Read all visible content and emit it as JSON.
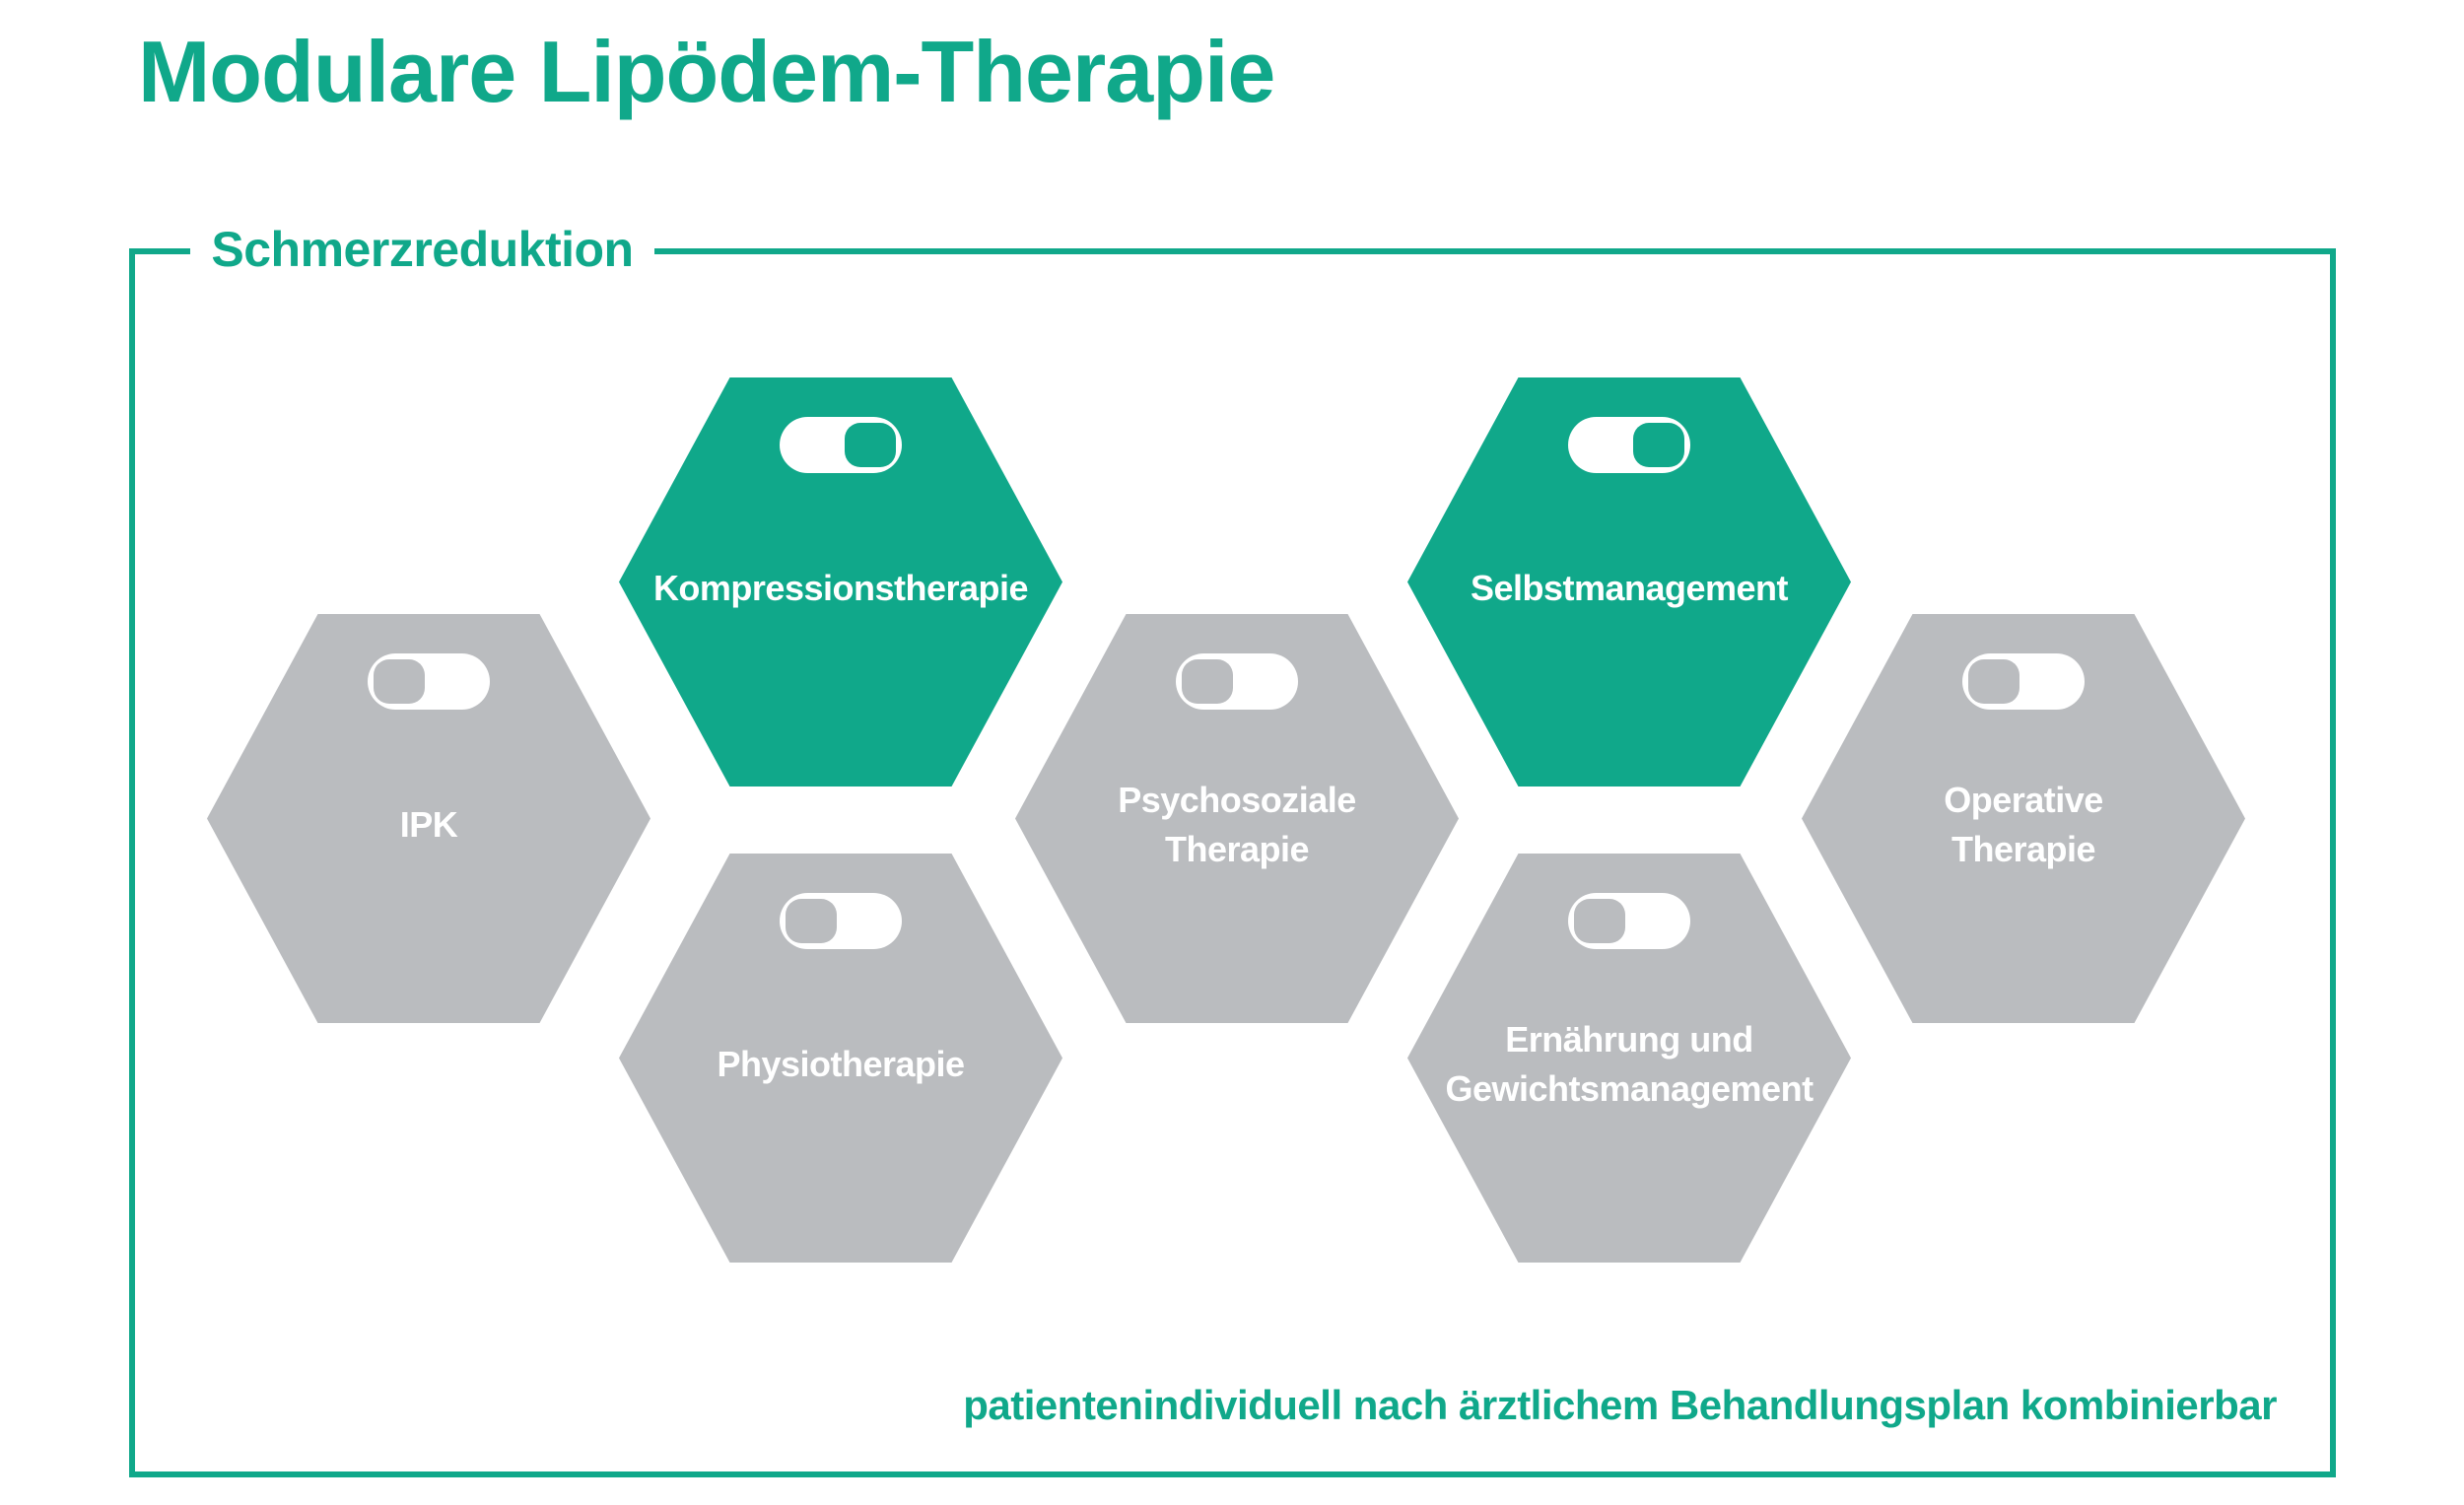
{
  "title": "Modulare Lipödem-Therapie",
  "group_label": "Schmerzreduktion",
  "footer_note": "patientenindividuell nach ärztlichem Behandlungsplan kombinierbar",
  "colors": {
    "green": "#10A88A",
    "gray": "#BABCBF",
    "background": "#FFFFFF",
    "label_text": "#FFFFFF"
  },
  "modules": [
    {
      "id": "ipk",
      "label": "IPK",
      "lines": [
        "IPK"
      ],
      "active": false,
      "toggle_state": "off"
    },
    {
      "id": "kompressionstherapie",
      "label": "Kompressionstherapie",
      "lines": [
        "Kompressionstherapie"
      ],
      "active": true,
      "toggle_state": "on"
    },
    {
      "id": "physiotherapie",
      "label": "Physiotherapie",
      "lines": [
        "Physiotherapie"
      ],
      "active": false,
      "toggle_state": "off"
    },
    {
      "id": "psychosoziale-therapie",
      "label": "Psychosoziale Therapie",
      "lines": [
        "Psychosoziale",
        "Therapie"
      ],
      "active": false,
      "toggle_state": "off"
    },
    {
      "id": "selbstmanagement",
      "label": "Selbstmanagement",
      "lines": [
        "Selbstmanagement"
      ],
      "active": true,
      "toggle_state": "on"
    },
    {
      "id": "ernaehrung-gewichtsmanagement",
      "label": "Ernährung und Gewichtsmanagement",
      "lines": [
        "Ernährung und",
        "Gewichtsmanagement"
      ],
      "active": false,
      "toggle_state": "off"
    },
    {
      "id": "operative-therapie",
      "label": "Operative Therapie",
      "lines": [
        "Operative",
        "Therapie"
      ],
      "active": false,
      "toggle_state": "off"
    }
  ]
}
